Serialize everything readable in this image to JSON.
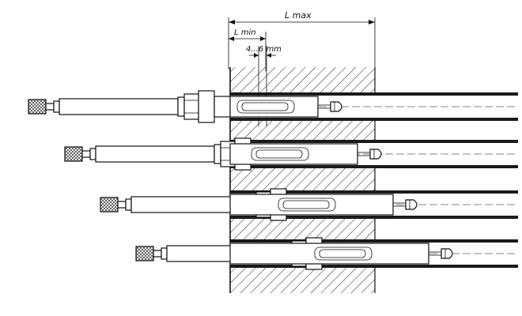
{
  "dimensions": {
    "l_max_label": "L max",
    "l_min_label": "L min",
    "gap_label": "4...6 mm"
  },
  "tools": [
    {
      "id": 1
    },
    {
      "id": 2
    },
    {
      "id": 3
    },
    {
      "id": 4
    }
  ],
  "colors": {
    "line": "#111111",
    "hatch": "#222222",
    "background": "#ffffff"
  }
}
